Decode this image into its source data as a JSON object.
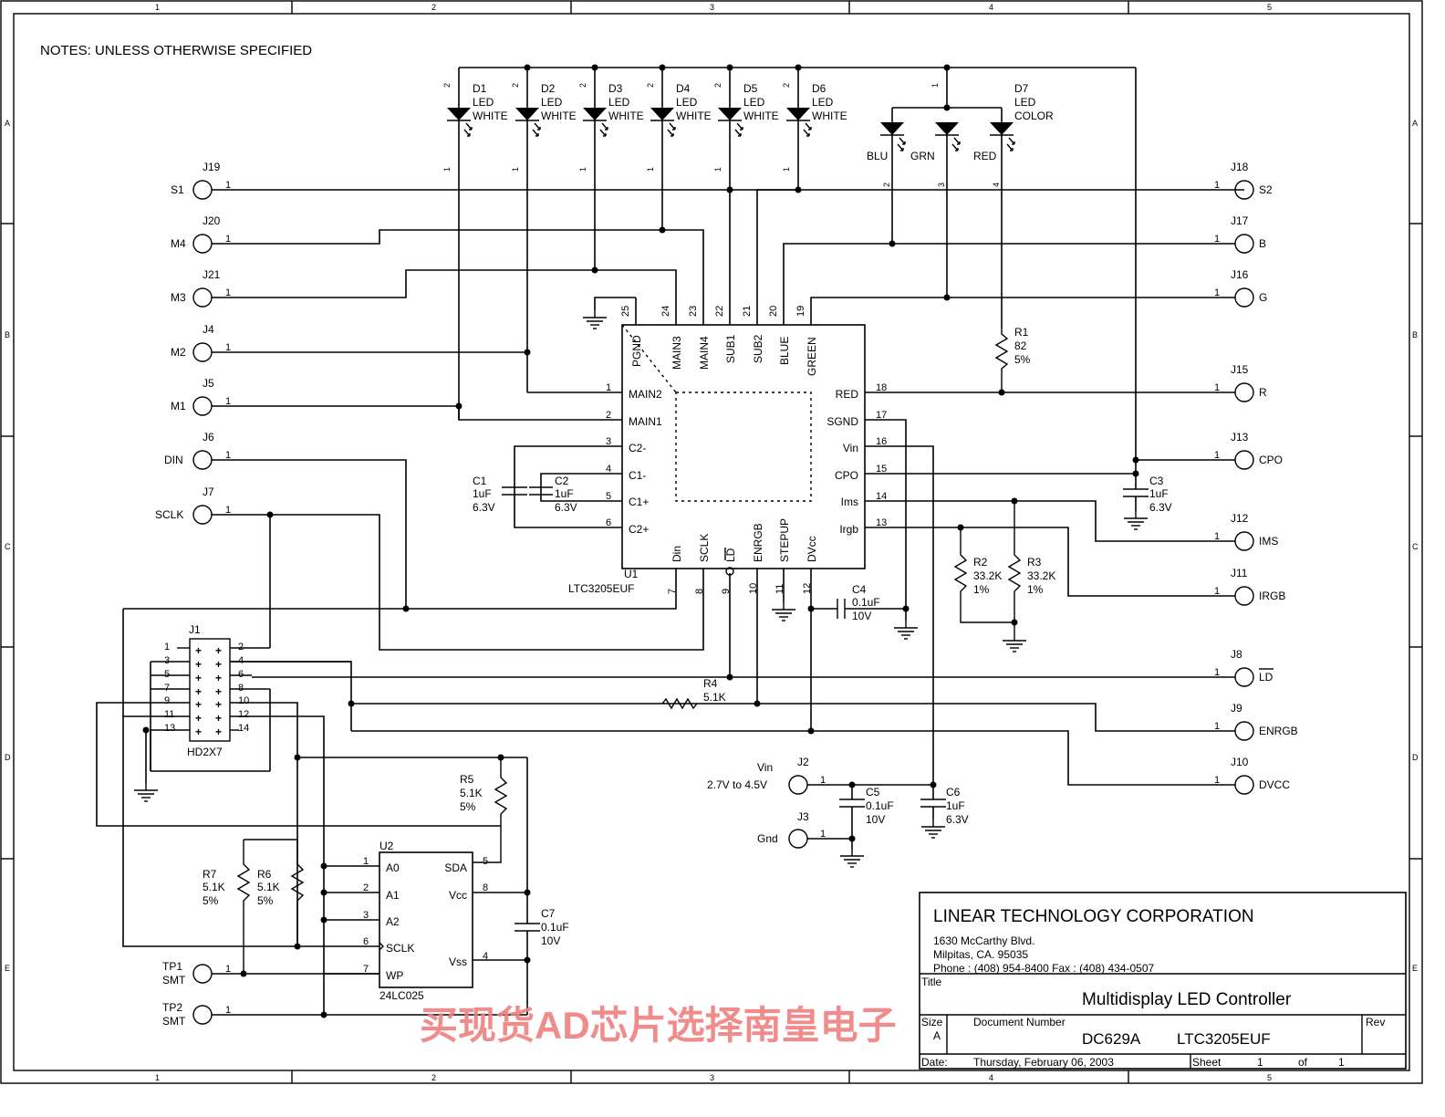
{
  "notes": "NOTES: UNLESS OTHERWISE SPECIFIED",
  "border": {
    "columns": [
      "1",
      "2",
      "3",
      "4",
      "5"
    ],
    "rows": [
      "A",
      "B",
      "C",
      "D",
      "E"
    ]
  },
  "leds": [
    {
      "ref": "D1",
      "type": "LED",
      "color": "WHITE",
      "pin_a": "2",
      "pin_k": "1"
    },
    {
      "ref": "D2",
      "type": "LED",
      "color": "WHITE",
      "pin_a": "2",
      "pin_k": "1"
    },
    {
      "ref": "D3",
      "type": "LED",
      "color": "WHITE",
      "pin_a": "2",
      "pin_k": "1"
    },
    {
      "ref": "D4",
      "type": "LED",
      "color": "WHITE",
      "pin_a": "2",
      "pin_k": "1"
    },
    {
      "ref": "D5",
      "type": "LED",
      "color": "WHITE",
      "pin_a": "2",
      "pin_k": "1"
    },
    {
      "ref": "D6",
      "type": "LED",
      "color": "WHITE",
      "pin_a": "2",
      "pin_k": "1"
    }
  ],
  "rgb_led": {
    "ref": "D7",
    "type": "LED",
    "color": "COLOR",
    "pin_common": "1",
    "blu": "BLU",
    "grn": "GRN",
    "red": "RED",
    "pin_blu": "2",
    "pin_grn": "3",
    "pin_red": "4"
  },
  "left_connectors": [
    {
      "ref": "J19",
      "label": "S1",
      "pin": "1"
    },
    {
      "ref": "J20",
      "label": "M4",
      "pin": "1"
    },
    {
      "ref": "J21",
      "label": "M3",
      "pin": "1"
    },
    {
      "ref": "J4",
      "label": "M2",
      "pin": "1"
    },
    {
      "ref": "J5",
      "label": "M1",
      "pin": "1"
    },
    {
      "ref": "J6",
      "label": "DIN",
      "pin": "1"
    },
    {
      "ref": "J7",
      "label": "SCLK",
      "pin": "1"
    }
  ],
  "right_connectors": [
    {
      "ref": "J18",
      "label": "S2",
      "pin": "1"
    },
    {
      "ref": "J17",
      "label": "B",
      "pin": "1"
    },
    {
      "ref": "J16",
      "label": "G",
      "pin": "1"
    },
    {
      "ref": "J15",
      "label": "R",
      "pin": "1"
    },
    {
      "ref": "J13",
      "label": "CPO",
      "pin": "1"
    },
    {
      "ref": "J12",
      "label": "IMS",
      "pin": "1"
    },
    {
      "ref": "J11",
      "label": "IRGB",
      "pin": "1"
    },
    {
      "ref": "J8",
      "label": "LD",
      "pin": "1"
    },
    {
      "ref": "J9",
      "label": "ENRGB",
      "pin": "1"
    },
    {
      "ref": "J10",
      "label": "DVCC",
      "pin": "1"
    }
  ],
  "u1": {
    "ref": "U1",
    "part": "LTC3205EUF",
    "top_pins": [
      {
        "num": "25",
        "name": "PGND"
      },
      {
        "num": "24",
        "name": "MAIN3"
      },
      {
        "num": "23",
        "name": "MAIN4"
      },
      {
        "num": "22",
        "name": "SUB1"
      },
      {
        "num": "21",
        "name": "SUB2"
      },
      {
        "num": "20",
        "name": "BLUE"
      },
      {
        "num": "19",
        "name": "GREEN"
      }
    ],
    "left_pins": [
      {
        "num": "1",
        "name": "MAIN2"
      },
      {
        "num": "2",
        "name": "MAIN1"
      },
      {
        "num": "3",
        "name": "C2-"
      },
      {
        "num": "4",
        "name": "C1-"
      },
      {
        "num": "5",
        "name": "C1+"
      },
      {
        "num": "6",
        "name": "C2+"
      }
    ],
    "right_pins": [
      {
        "num": "18",
        "name": "RED"
      },
      {
        "num": "17",
        "name": "SGND"
      },
      {
        "num": "16",
        "name": "Vin"
      },
      {
        "num": "15",
        "name": "CPO"
      },
      {
        "num": "14",
        "name": "Ims"
      },
      {
        "num": "13",
        "name": "Irgb"
      }
    ],
    "bottom_pins": [
      {
        "num": "7",
        "name": "Din"
      },
      {
        "num": "8",
        "name": "SCLK"
      },
      {
        "num": "9",
        "name": "LD"
      },
      {
        "num": "10",
        "name": "ENRGB"
      },
      {
        "num": "11",
        "name": "STEPUP"
      },
      {
        "num": "12",
        "name": "DVcc"
      }
    ]
  },
  "caps": {
    "c1": {
      "ref": "C1",
      "value": "1uF",
      "rating": "6.3V"
    },
    "c2": {
      "ref": "C2",
      "value": "1uF",
      "rating": "6.3V"
    },
    "c3": {
      "ref": "C3",
      "value": "1uF",
      "rating": "6.3V"
    },
    "c4": {
      "ref": "C4",
      "value": "0.1uF",
      "rating": "10V"
    },
    "c5": {
      "ref": "C5",
      "value": "0.1uF",
      "rating": "10V"
    },
    "c6": {
      "ref": "C6",
      "value": "1uF",
      "rating": "6.3V"
    },
    "c7": {
      "ref": "C7",
      "value": "0.1uF",
      "rating": "10V"
    }
  },
  "resistors": {
    "r1": {
      "ref": "R1",
      "value": "82",
      "tol": "5%"
    },
    "r2": {
      "ref": "R2",
      "value": "33.2K",
      "tol": "1%"
    },
    "r3": {
      "ref": "R3",
      "value": "33.2K",
      "tol": "1%"
    },
    "r4": {
      "ref": "R4",
      "value": "5.1K"
    },
    "r5": {
      "ref": "R5",
      "value": "5.1K",
      "tol": "5%"
    },
    "r6": {
      "ref": "R6",
      "value": "5.1K",
      "tol": "5%"
    },
    "r7": {
      "ref": "R7",
      "value": "5.1K",
      "tol": "5%"
    }
  },
  "j1": {
    "ref": "J1",
    "part": "HD2X7",
    "left_pins": [
      "1",
      "3",
      "5",
      "7",
      "9",
      "11",
      "13"
    ],
    "right_pins": [
      "2",
      "4",
      "6",
      "8",
      "10",
      "12",
      "14"
    ]
  },
  "u2": {
    "ref": "U2",
    "part": "24LC025",
    "left_pins": [
      {
        "num": "1",
        "name": "A0"
      },
      {
        "num": "2",
        "name": "A1"
      },
      {
        "num": "3",
        "name": "A2"
      },
      {
        "num": "6",
        "name": "SCLK"
      },
      {
        "num": "7",
        "name": "WP"
      }
    ],
    "right_pins": [
      {
        "num": "5",
        "name": "SDA"
      },
      {
        "num": "8",
        "name": "Vcc"
      },
      {
        "num": "4",
        "name": "Vss"
      }
    ]
  },
  "power": {
    "vin_label": "Vin",
    "vin_range": "2.7V to 4.5V",
    "j2": "J2",
    "j3": "J3",
    "gnd_label": "Gnd",
    "pin": "1"
  },
  "test_points": [
    {
      "ref": "TP1",
      "type": "SMT",
      "pin": "1"
    },
    {
      "ref": "TP2",
      "type": "SMT",
      "pin": "1"
    }
  ],
  "title_block": {
    "company": "LINEAR TECHNOLOGY CORPORATION",
    "address1": "1630 McCarthy Blvd.",
    "address2": "Milpitas, CA. 95035",
    "phone": "Phone : (408) 954-8400  Fax : (408) 434-0507",
    "title_label": "Title",
    "title": "Multidisplay LED Controller",
    "size_label": "Size",
    "size": "A",
    "docnum_label": "Document Number",
    "doc": "DC629A",
    "part": "LTC3205EUF",
    "rev_label": "Rev",
    "date_label": "Date:",
    "date": "Thursday, February 06, 2003",
    "sheet_label": "Sheet",
    "sheet": "1",
    "of_label": "of",
    "sheets": "1"
  },
  "watermark": "买现货AD芯片选择南皇电子"
}
